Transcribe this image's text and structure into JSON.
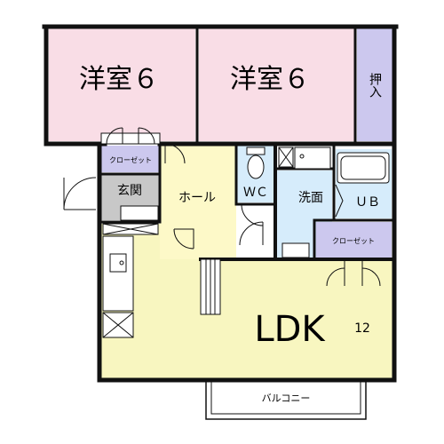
{
  "rooms": {
    "western_room_left": "洋室６",
    "western_room_right": "洋室６",
    "oshiire": "押入",
    "closet_top": "クローゼット",
    "entrance": "玄関",
    "hall": "ホール",
    "wc": "ＷＣ",
    "washroom": "洗面",
    "unit_bath": "ＵＢ",
    "closet_right": "クローゼット",
    "ldk": "LDK",
    "ldk_size": "12",
    "balcony": "バルコニー"
  },
  "colors": {
    "western_room": "#f9dde6",
    "oshiire": "#ccc8ee",
    "closet": "#ccc8ee",
    "entrance": "#c8c8c8",
    "hall": "#fdf9c8",
    "wet_area": "#d6ecfb",
    "ldk": "#f8f6c0",
    "wall": "#111111",
    "background": "#ffffff"
  }
}
